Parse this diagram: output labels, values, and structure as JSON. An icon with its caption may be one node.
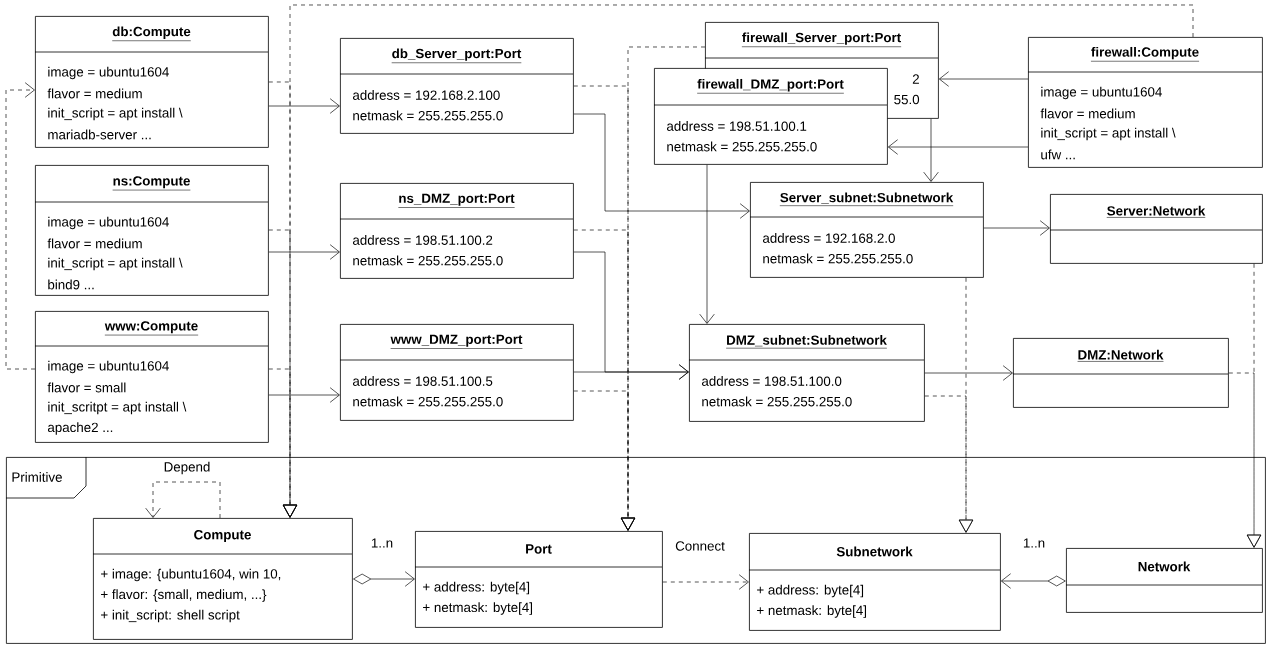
{
  "diagram": {
    "nodes": [
      {
        "text": [
          "db:Compute",
          "image = ubuntu1604",
          "flavor = medium",
          "init_script = apt install \\",
          "mariadb-server ..."
        ]
      },
      {
        "text": [
          "db_Server_port:Port",
          "address = 192.168.2.100",
          "netmask = 255.255.255.0"
        ]
      },
      {
        "text": [
          "firewall_Server_port:Port",
          "2",
          "55.0"
        ]
      },
      {
        "text": [
          "firewall_DMZ_port:Port",
          "address = 198.51.100.1",
          "netmask = 255.255.255.0"
        ]
      },
      {
        "text": [
          "firewall:Compute",
          "image = ubuntu1604",
          "flavor = medium",
          "init_script = apt install \\",
          "ufw ..."
        ]
      },
      {
        "text": [
          "ns:Compute",
          "image = ubuntu1604",
          "flavor = medium",
          "init_script = apt install \\",
          "bind9 ..."
        ]
      },
      {
        "text": [
          "ns_DMZ_port:Port",
          "address = 198.51.100.2",
          "netmask = 255.255.255.0"
        ]
      },
      {
        "text": [
          "Server_subnet:Subnetwork",
          "address = 192.168.2.0",
          "netmask = 255.255.255.0"
        ]
      },
      {
        "text": [
          "Server:Network"
        ]
      },
      {
        "text": [
          "www:Compute",
          "image = ubuntu1604",
          "flavor = small",
          "init_scritpt = apt install \\",
          "apache2 ..."
        ]
      },
      {
        "text": [
          "www_DMZ_port:Port",
          "address = 198.51.100.5",
          "netmask = 255.255.255.0"
        ]
      },
      {
        "text": [
          "DMZ_subnet:Subnetwork",
          "address = 198.51.100.0",
          "netmask = 255.255.255.0"
        ]
      },
      {
        "text": [
          "DMZ:Network"
        ]
      },
      {
        "text": [
          "Primitive"
        ]
      },
      {
        "text": [
          "Compute",
          "+ image: {ubuntu1604, win 10,",
          "+ flavor: {small, medium, ...}",
          "+ init_script: shell script"
        ],
        "in": 13
      },
      {
        "text": [
          "Port",
          "+ address: byte[4]",
          "+ netmask: byte[4]"
        ],
        "in": 13
      },
      {
        "text": [
          "Subnetwork",
          "+ address: byte[4]",
          "+ netmask: byte[4]"
        ],
        "in": 13
      },
      {
        "text": [
          "Network"
        ],
        "in": 13
      }
    ],
    "edges": [
      {
        "from": 0,
        "to": 1,
        "arrow": "to"
      },
      {
        "from": 5,
        "to": 6,
        "arrow": "to"
      },
      {
        "from": 9,
        "to": 10,
        "arrow": "to"
      },
      {
        "from": 1,
        "to": 7,
        "arrow": "to"
      },
      {
        "from": 6,
        "to": 11,
        "arrow": "to"
      },
      {
        "from": 10,
        "to": 11,
        "arrow": "to"
      },
      {
        "from": 4,
        "to": 2,
        "arrow": "to"
      },
      {
        "from": 4,
        "to": 3,
        "arrow": "to"
      },
      {
        "from": 2,
        "to": 7,
        "arrow": "to"
      },
      {
        "from": 3,
        "to": 11,
        "arrow": "to"
      },
      {
        "from": 7,
        "to": 8,
        "arrow": "to"
      },
      {
        "from": 11,
        "to": 12,
        "arrow": "to"
      },
      {
        "from": 9,
        "to": 0,
        "arrow": "to",
        "style": "dashed"
      },
      {
        "from": 0,
        "to": 14,
        "arrow": "to",
        "style": "dashed"
      },
      {
        "from": 5,
        "to": 14,
        "arrow": "to",
        "style": "dashed"
      },
      {
        "from": 9,
        "to": 14,
        "arrow": "to",
        "style": "dashed"
      },
      {
        "from": 4,
        "to": 14,
        "arrow": "to",
        "style": "dashed"
      },
      {
        "from": 1,
        "to": 15,
        "arrow": "to",
        "style": "dashed"
      },
      {
        "from": 6,
        "to": 15,
        "arrow": "to",
        "style": "dashed"
      },
      {
        "from": 10,
        "to": 15,
        "arrow": "to",
        "style": "dashed"
      },
      {
        "from": 2,
        "to": 15,
        "arrow": "to",
        "style": "dashed"
      },
      {
        "from": 7,
        "to": 16,
        "arrow": "to",
        "style": "dashed"
      },
      {
        "from": 11,
        "to": 16,
        "arrow": "to",
        "style": "dashed"
      },
      {
        "from": 8,
        "to": 17,
        "arrow": "to",
        "style": "dashed"
      },
      {
        "from": 12,
        "to": 17,
        "arrow": "to",
        "style": "dashed"
      },
      {
        "from": 14,
        "to": 14,
        "arrow": "to",
        "style": "dashed",
        "label": "Depend"
      },
      {
        "from": 14,
        "to": 15,
        "arrow": "to",
        "label": "1..n"
      },
      {
        "from": 15,
        "to": 16,
        "arrow": "to",
        "style": "dashed",
        "label": "Connect"
      },
      {
        "from": 17,
        "to": 16,
        "arrow": "to",
        "label": "1..n"
      }
    ]
  }
}
